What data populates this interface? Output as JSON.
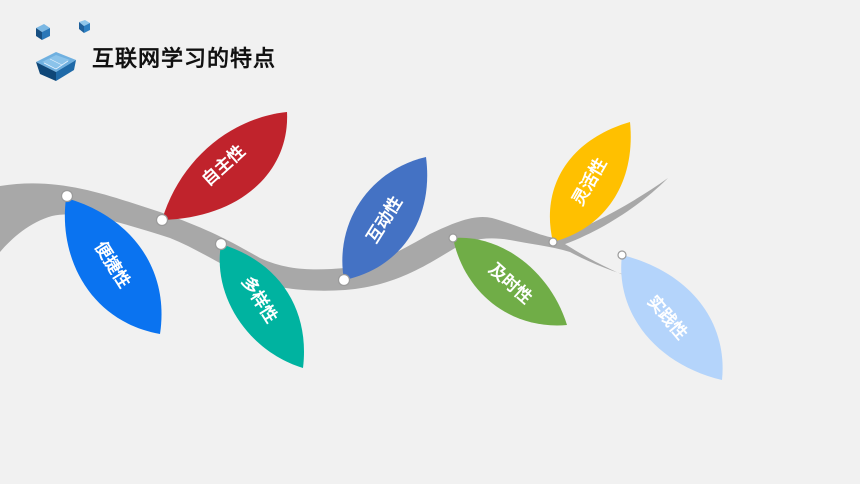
{
  "title": "互联网学习的特点",
  "leaves": [
    {
      "id": "bianjie",
      "label": "便捷性",
      "color": "#0a73f0"
    },
    {
      "id": "zizhu",
      "label": "自主性",
      "color": "#c0232c"
    },
    {
      "id": "duoyang",
      "label": "多样性",
      "color": "#00b3a0"
    },
    {
      "id": "hudong",
      "label": "互动性",
      "color": "#4472c4"
    },
    {
      "id": "jishi",
      "label": "及时性",
      "color": "#70ad47"
    },
    {
      "id": "linghuo",
      "label": "灵活性",
      "color": "#ffc000"
    },
    {
      "id": "shijian",
      "label": "实践性",
      "color": "#b4d4fb"
    }
  ],
  "colors": {
    "branch": "#a8a8a8",
    "background": "#f1f1f1"
  }
}
